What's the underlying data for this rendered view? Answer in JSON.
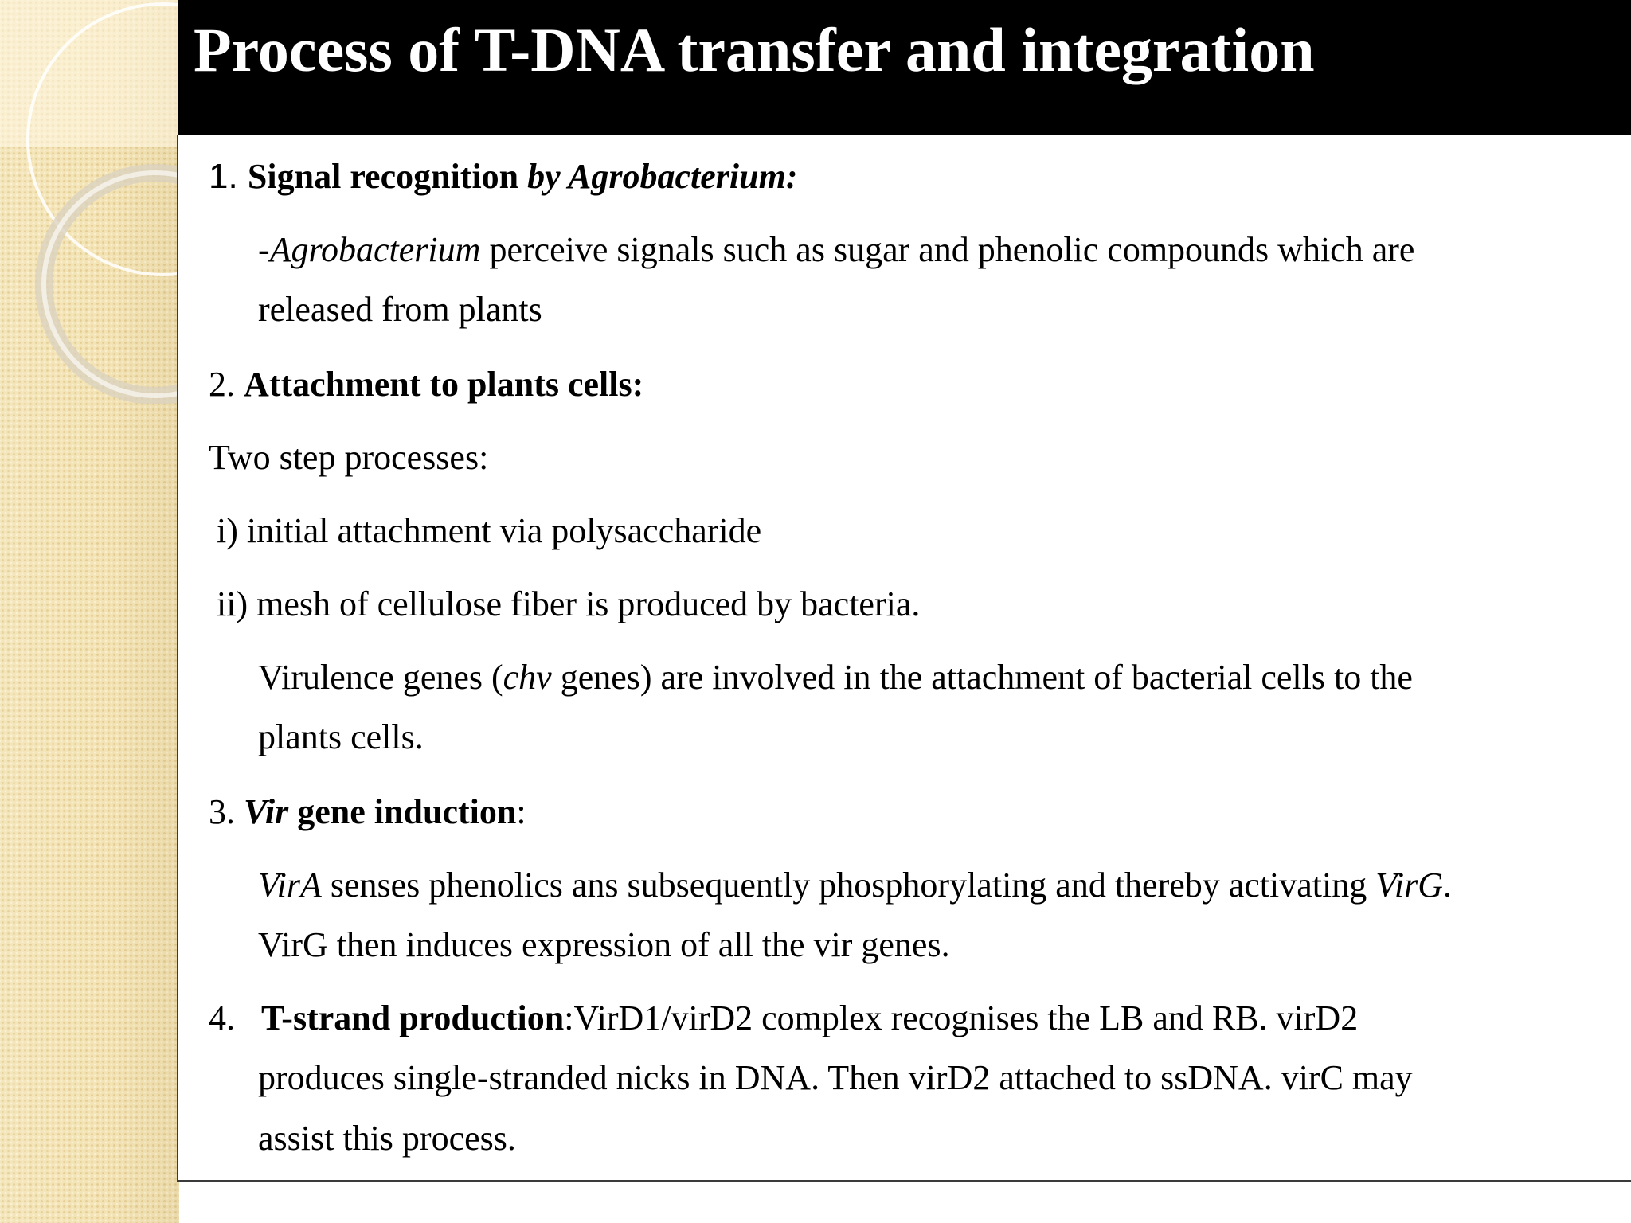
{
  "slide": {
    "title": "Process of T-DNA transfer and integration"
  },
  "content": {
    "s1": {
      "num": "1. ",
      "head_bold": "Signal recognition ",
      "head_bold_italic": "by Agrobacterium:",
      "body_l1_italic": "-Agrobacterium",
      "body_l1_rest": " perceive signals such as sugar and phenolic compounds which are",
      "body_l2": "released from plants"
    },
    "s2": {
      "num": "2. ",
      "head_bold": "Attachment to plants cells:",
      "sub_heading": "Two step processes:",
      "step_i": "i) initial attachment  via polysaccharide",
      "step_ii": "ii) mesh of cellulose fiber is produced by bacteria.",
      "body_l1_a": "Virulence genes (",
      "body_l1_italic": "chv",
      "body_l1_b": " genes) are involved in the attachment of bacterial cells to the",
      "body_l2": "plants cells."
    },
    "s3": {
      "num": "3. ",
      "head_bold_italic": "Vir",
      "head_bold": " gene induction",
      "head_colon": ":",
      "body_l1_italic_a": "VirA",
      "body_l1_mid": " senses phenolics ans subsequently phosphorylating and thereby activating ",
      "body_l1_italic_b": "VirG",
      "body_l1_end": ".",
      "body_l2": "VirG then induces expression of all the vir genes."
    },
    "s4": {
      "num": "4.   ",
      "head_bold": "T-strand production",
      "head_rest": ":VirD1/virD2 complex recognises the LB and RB. virD2",
      "body_l2": "produces single-stranded nicks in DNA. Then virD2 attached to ssDNA. virC may",
      "body_l3": "assist this process."
    }
  }
}
